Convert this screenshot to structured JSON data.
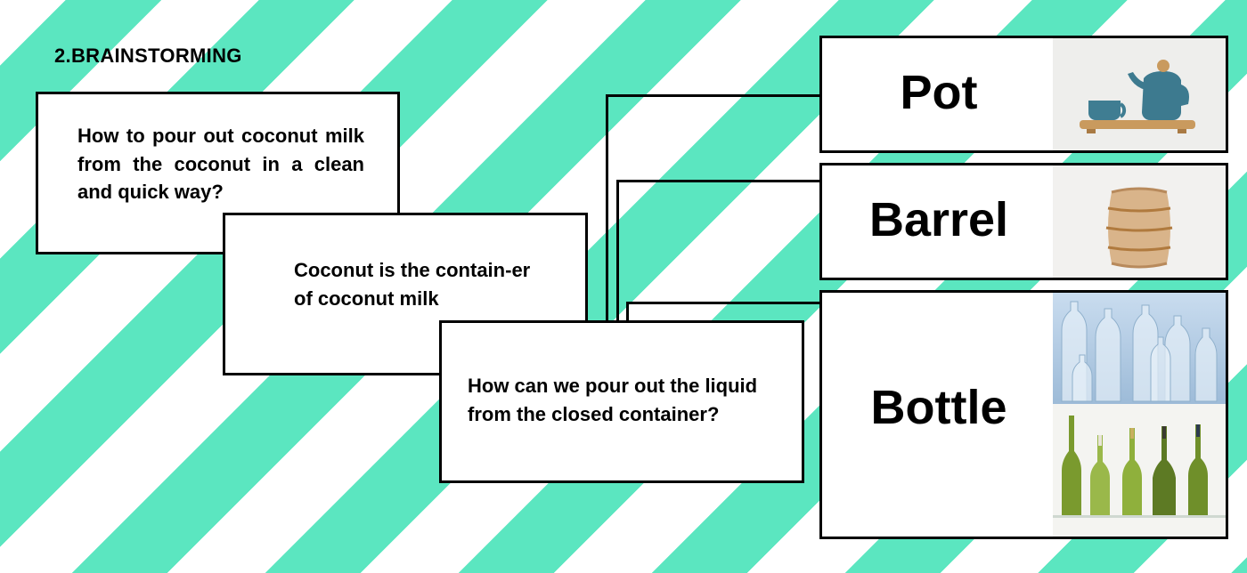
{
  "title": "2.BRAINSTORMING",
  "questions": [
    "How to pour out coconut milk from the coconut in a clean and quick way?",
    "Coconut is the contain-er of coconut milk",
    "How can we pour out the liquid from the closed container?"
  ],
  "options": [
    {
      "label": "Pot",
      "image": "teapot-and-cup-photo"
    },
    {
      "label": "Barrel",
      "image": "wooden-barrel-photo"
    },
    {
      "label": "Bottle",
      "image": "plastic-and-glass-bottles-photo"
    }
  ],
  "colors": {
    "stripe": "#5be6c0",
    "background": "#ffffff",
    "border": "#000000"
  }
}
